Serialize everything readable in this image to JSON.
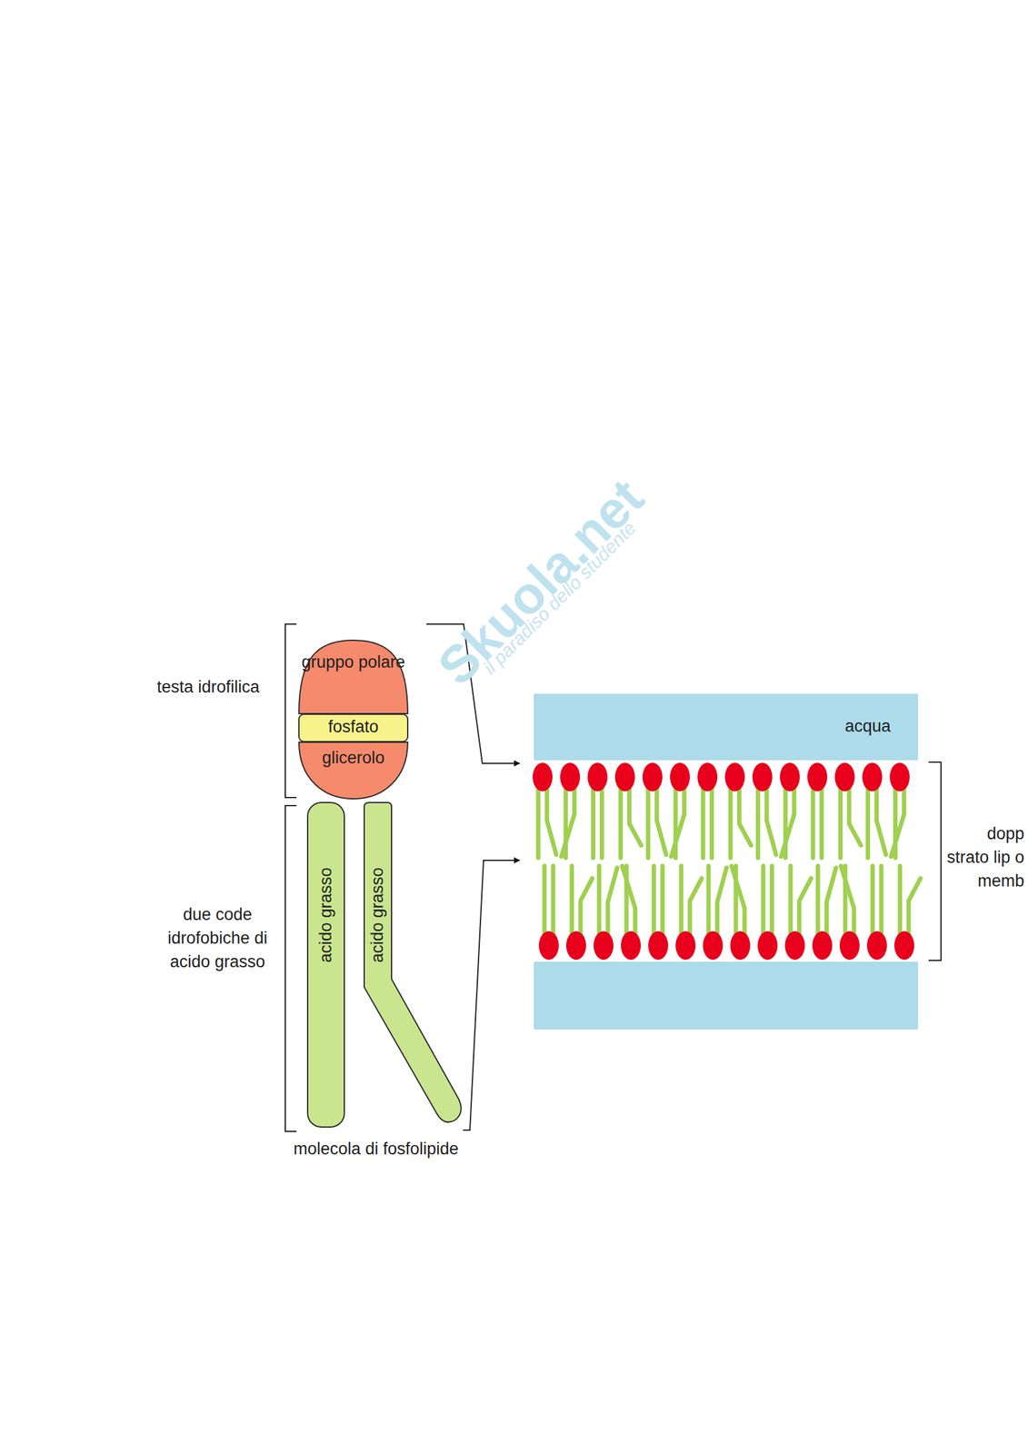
{
  "diagram": {
    "nodes": [
      {
        "text": [
          "gruppo polare"
        ]
      },
      {
        "text": [
          "fosfato"
        ]
      },
      {
        "text": [
          "glicerolo"
        ]
      },
      {
        "text": [
          "acido grasso"
        ]
      },
      {
        "text": [
          "acido grasso"
        ]
      },
      {
        "text": [
          "acqua"
        ]
      }
    ],
    "labels": [
      "testa idrofilica",
      "due code idrofobiche di acido grasso",
      "molecola di fosfolipide",
      "dopp strato lip o memb",
      "Skuola.net",
      "il paradiso dello studente"
    ]
  }
}
